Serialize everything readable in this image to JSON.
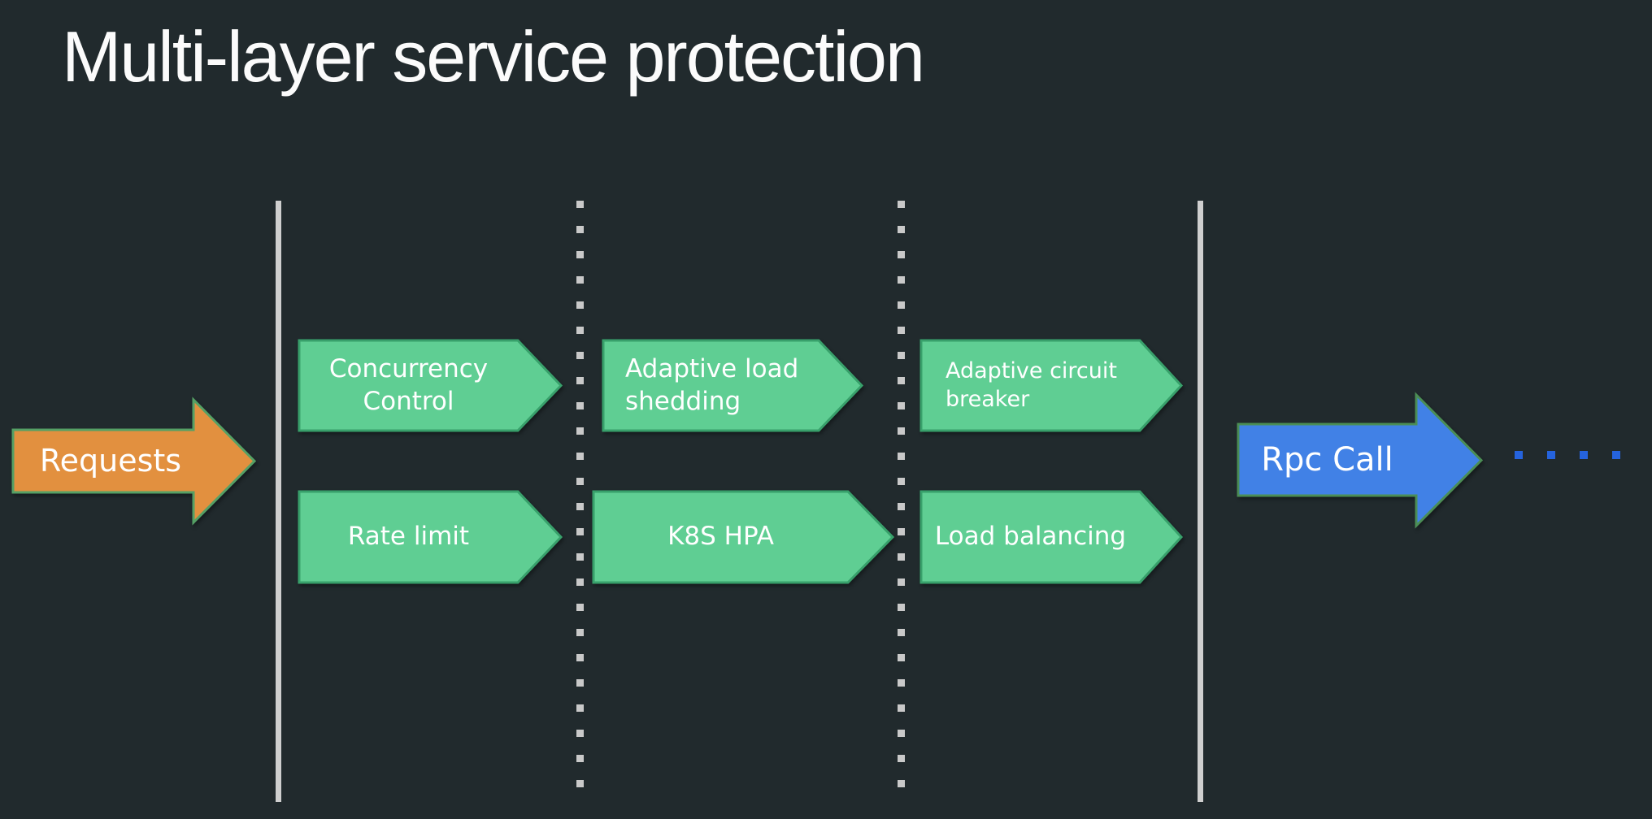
{
  "slide": {
    "title": "Multi-layer service protection"
  },
  "colors": {
    "background": "#212a2d",
    "title_text": "#fbfbfb",
    "shape_text": "#ffffff",
    "stage_fill": "#5fce93",
    "stage_border": "#38a06b",
    "requests_fill": "#e2903f",
    "requests_border": "#55a065",
    "rpc_fill": "#4181e6",
    "rpc_border": "#4b8d55",
    "separator_solid": "#cfcfcf",
    "separator_dotted": "#c9c9c9",
    "continuation_dots": "#2563dd"
  },
  "flow": {
    "input_label": "Requests",
    "output_label": "Rpc Call"
  },
  "stages": {
    "top_row": [
      {
        "label": "Concurrency\nControl"
      },
      {
        "label": "Adaptive load\nshedding"
      },
      {
        "label": "Adaptive circuit\nbreaker"
      }
    ],
    "bottom_row": [
      {
        "label": "Rate limit"
      },
      {
        "label": "K8S HPA"
      },
      {
        "label": "Load balancing"
      }
    ]
  }
}
